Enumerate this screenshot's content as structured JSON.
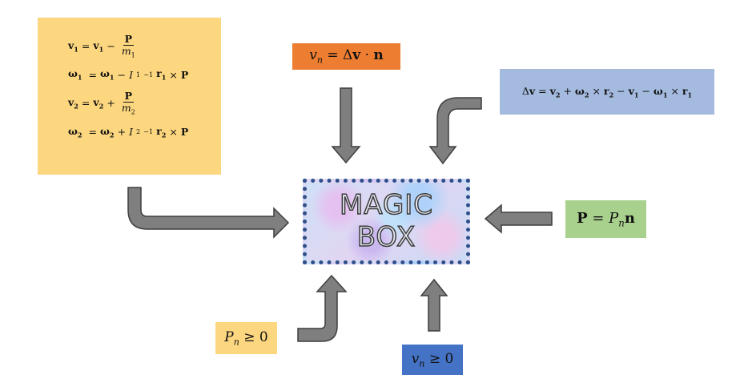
{
  "magic_box": {
    "line1": "MAGIC",
    "line2": "BOX"
  },
  "colors": {
    "yellow": "#fdd77f",
    "orange": "#ed7d31",
    "light_blue": "#a4badf",
    "green": "#a9d18e",
    "blue": "#4472c4",
    "arrow_fill": "#7f7f7f",
    "magic_border": "#2f4f8a"
  },
  "equations": {
    "v1_update": {
      "lhs": "v",
      "lhs_sub": "1",
      "rhs_v": "v",
      "rhs_sub": "1",
      "op": "−",
      "num": "P",
      "den": "m",
      "den_sub": "1"
    },
    "w1_update": {
      "text": "= ω₁ − I₁⁻¹r₁ × P"
    },
    "v2_update": {
      "lhs": "v",
      "lhs_sub": "2",
      "rhs_v": "v",
      "rhs_sub": "2",
      "op": "+",
      "num": "P",
      "den": "m",
      "den_sub": "2"
    },
    "w2_update": {
      "text": "= ω₂ + I₂⁻¹r₂ × P"
    }
  },
  "labels": {
    "vn_def": "= Δv · n",
    "dv_def": "= v₂ + ω₂ × r₂ − v₁ − ω₁ × r₁",
    "p_def": "=",
    "pn_constraint": "≥ 0",
    "vn_constraint": "≥ 0"
  }
}
